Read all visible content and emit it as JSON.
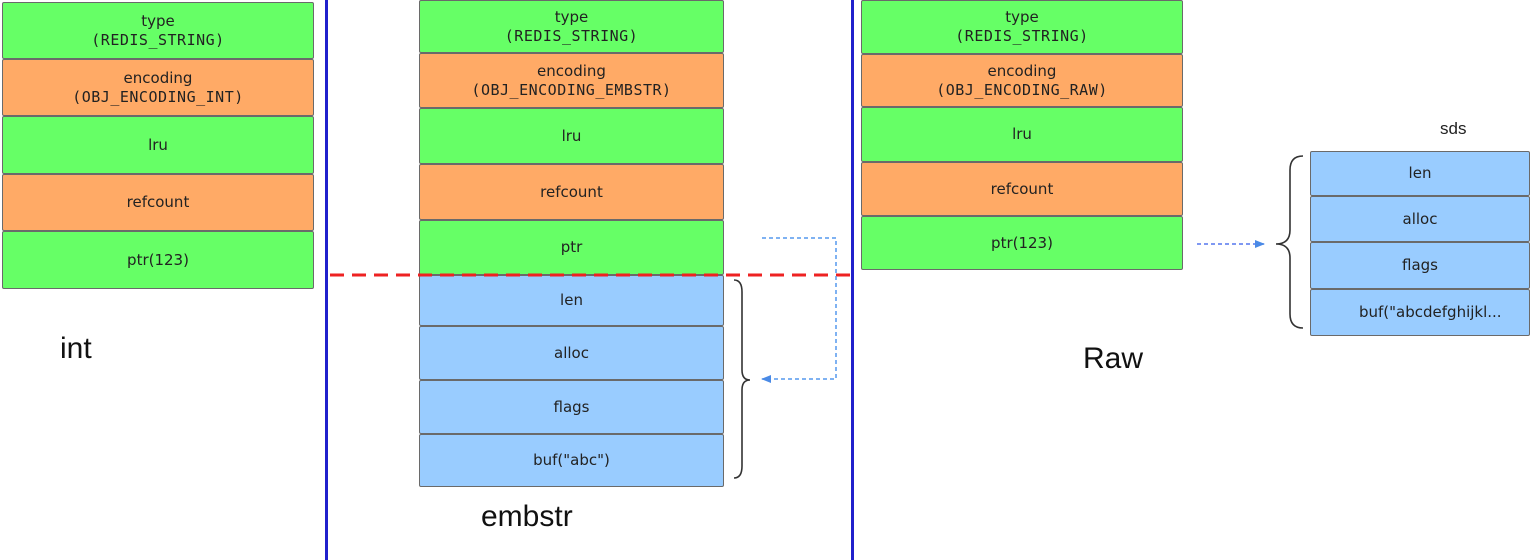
{
  "panels": [
    {
      "caption": "int",
      "fields": [
        {
          "label": "type",
          "sub": "(REDIS_STRING)"
        },
        {
          "label": "encoding",
          "sub": "(OBJ_ENCODING_INT)"
        },
        {
          "label": "lru"
        },
        {
          "label": "refcount"
        },
        {
          "label": "ptr(123)"
        }
      ]
    },
    {
      "caption": "embstr",
      "fields": [
        {
          "label": "type",
          "sub": "(REDIS_STRING)"
        },
        {
          "label": "encoding",
          "sub": "(OBJ_ENCODING_EMBSTR)"
        },
        {
          "label": "lru"
        },
        {
          "label": "refcount"
        },
        {
          "label": "ptr"
        }
      ],
      "sds_fields": [
        {
          "label": "len"
        },
        {
          "label": "alloc"
        },
        {
          "label": "flags"
        },
        {
          "label": "buf(\"abc\")"
        }
      ]
    },
    {
      "caption": "Raw",
      "fields": [
        {
          "label": "type",
          "sub": "(REDIS_STRING)"
        },
        {
          "label": "encoding",
          "sub": "(OBJ_ENCODING_RAW)"
        },
        {
          "label": "lru"
        },
        {
          "label": "refcount"
        },
        {
          "label": "ptr(123)"
        }
      ],
      "sds_title": "sds",
      "sds_fields": [
        {
          "label": "len"
        },
        {
          "label": "alloc"
        },
        {
          "label": "flags"
        },
        {
          "label": "buf(\"abcdefghijkl..."
        }
      ]
    }
  ],
  "colors": {
    "object_field_green": "#66ff66",
    "object_field_orange": "#ffaa66",
    "sds_field_blue": "#99ccff",
    "divider_blue": "#2020cc",
    "boundary_red": "#ee2222",
    "pointer_arrow": "#5599ee"
  }
}
